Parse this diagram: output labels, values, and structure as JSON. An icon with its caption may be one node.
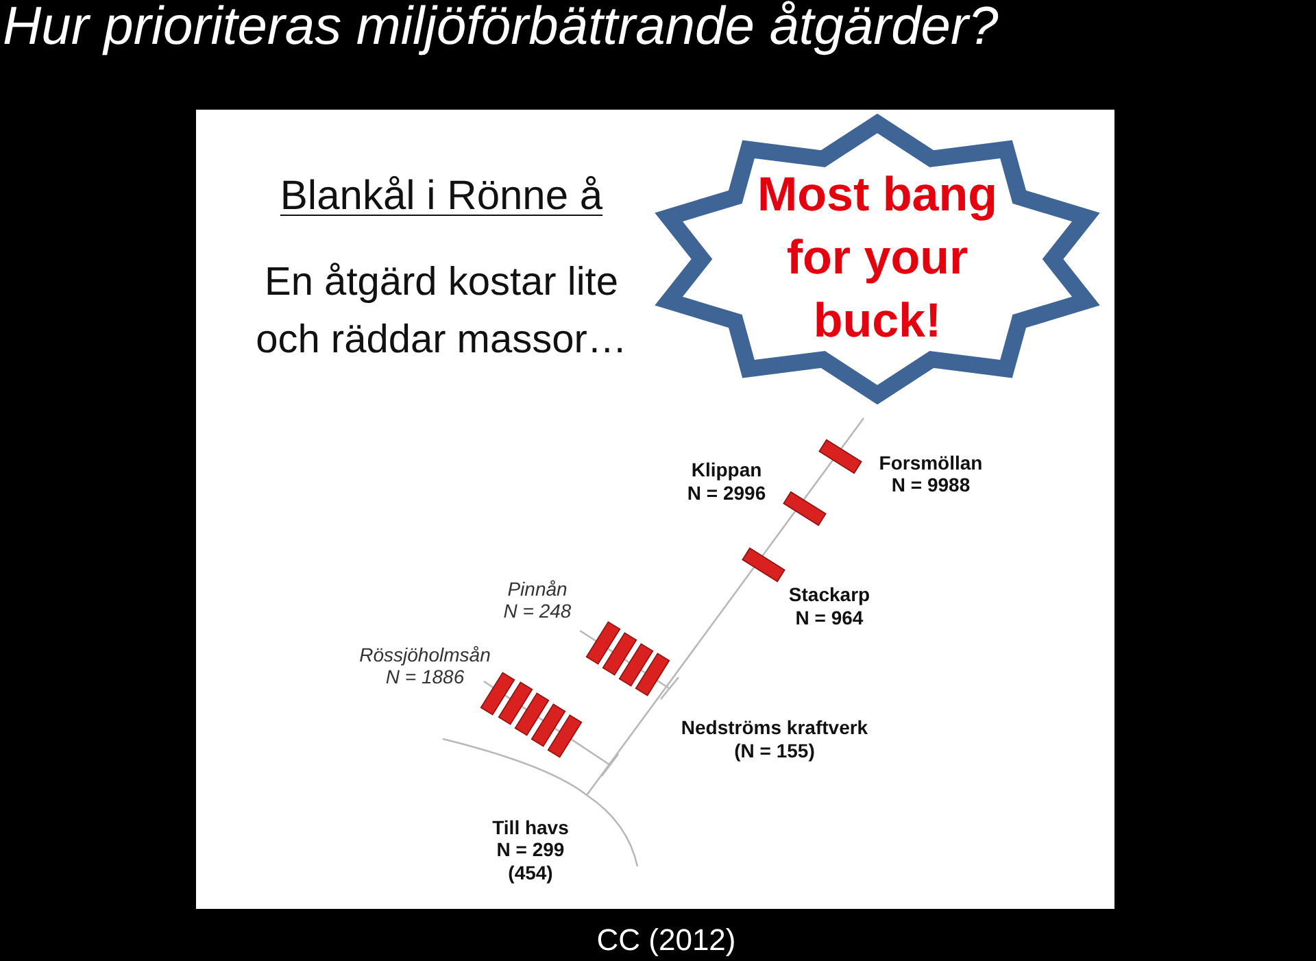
{
  "diagram": {
    "title": "Hur prioriteras miljöförbättrande åtgärder?",
    "caption": "CC (2012)",
    "nodes": [
      {
        "text": [
          "Most bang for your buck!"
        ]
      }
    ],
    "labels": [
      "Blankål i Rönne å",
      "En åtgärd kostar lite och räddar massor…",
      "Klippan",
      "N = 2996",
      "Forsmöllan",
      "N = 9988",
      "Pinnån",
      "N = 248",
      "Stackarp",
      "N = 964",
      "Rössjöholmsån",
      "N = 1886",
      "Nedströms kraftverk",
      "(N = 155)",
      "Till havs",
      "N = 299",
      "(454)"
    ]
  }
}
